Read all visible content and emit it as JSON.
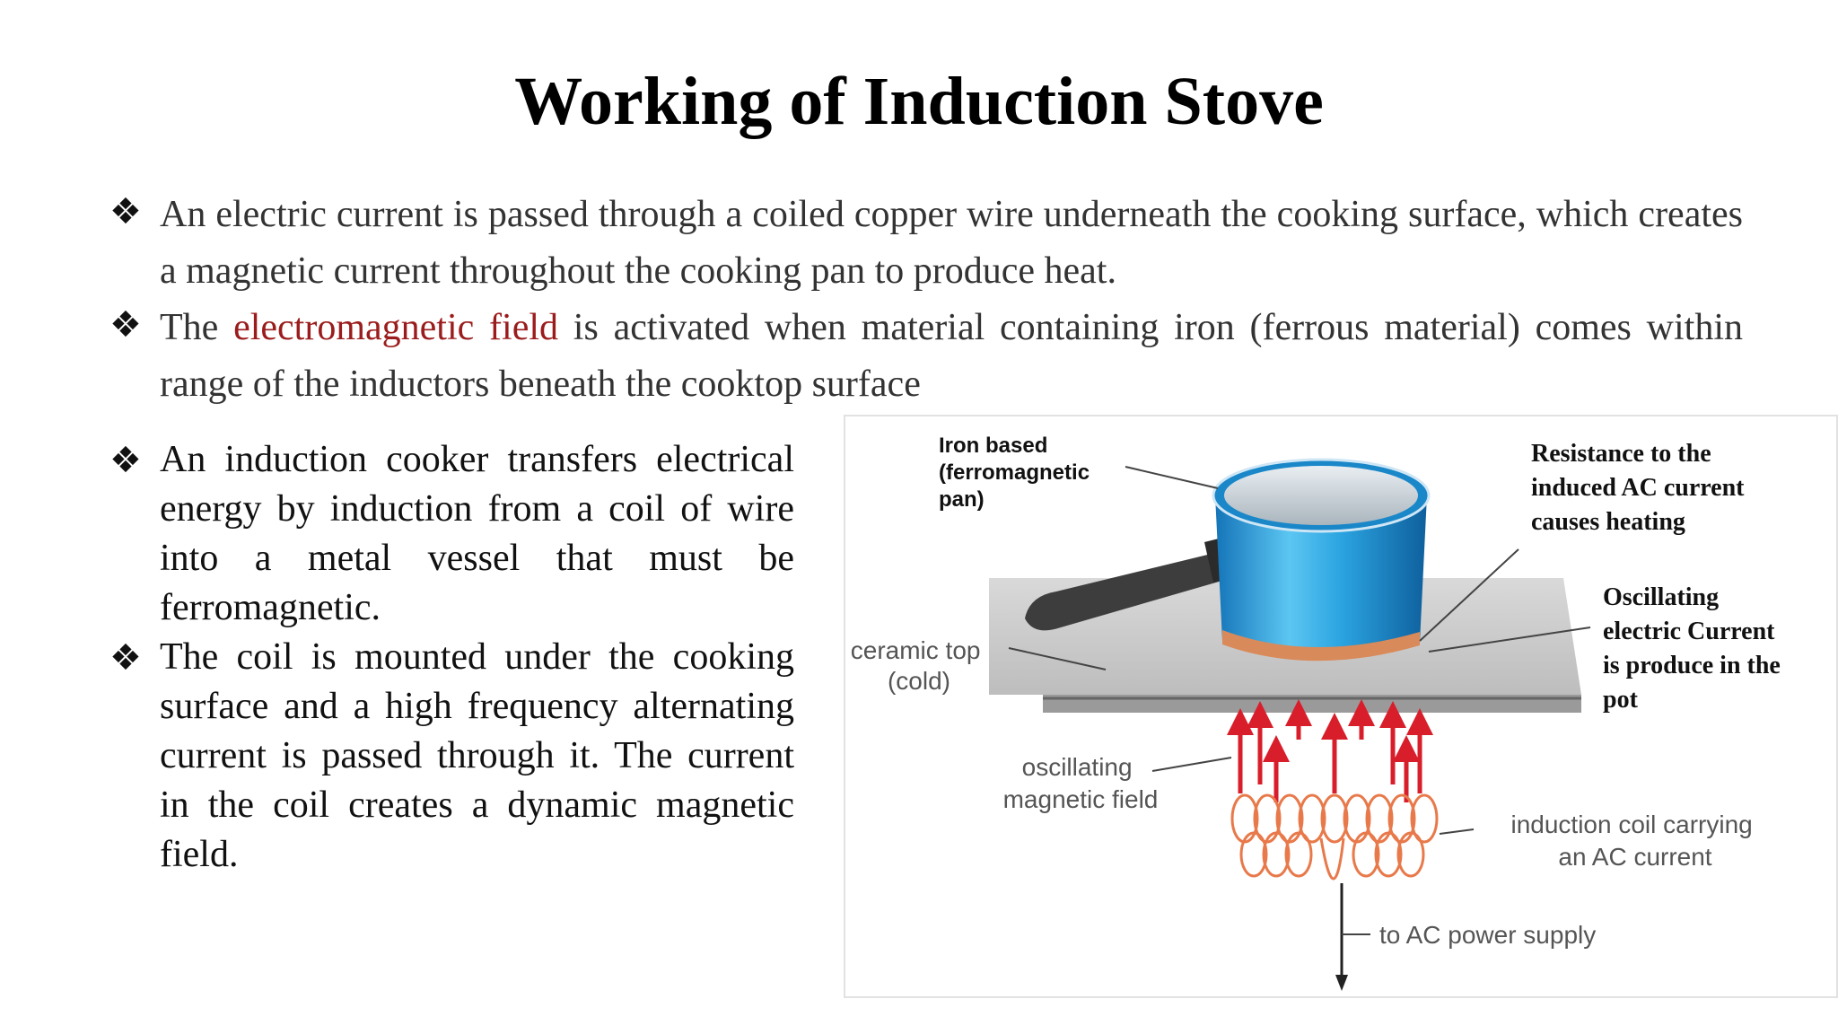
{
  "title": "Working of Induction Stove",
  "bullet_icon": "diamond-bullet-icon",
  "top_bullets": [
    {
      "text": "An electric current is passed through a coiled copper wire underneath the cooking surface, which creates a magnetic current throughout the cooking pan to produce heat."
    },
    {
      "pre": "The ",
      "highlight": "electromagnetic field",
      "post": " is activated when material containing iron (ferrous material) comes within range of the inductors beneath the cooktop surface"
    }
  ],
  "left_bullets": [
    {
      "text": "An induction cooker transfers electrical energy by induction from a coil of wire into a metal vessel that must be ferromagnetic."
    },
    {
      "text": "The coil is mounted under the cooking surface and a high frequency alternating current is passed through it. The current in the coil creates a dynamic magnetic field."
    }
  ],
  "figure": {
    "labels": {
      "pan_line1": "Iron based",
      "pan_line2": "(ferromagnetic",
      "pan_line3": "pan)",
      "resist_line1": "Resistance to the",
      "resist_line2": "induced AC current",
      "resist_line3": "causes heating",
      "osc_line1": "Oscillating",
      "osc_line2": "electric Current",
      "osc_line3": "is produce in the",
      "osc_line4": "pot",
      "ceramic_line1": "ceramic top",
      "ceramic_line2": "(cold)",
      "field_line1": "oscillating",
      "field_line2": "magnetic field",
      "coil_line1": "induction coil carrying",
      "coil_line2": "an AC current",
      "power": "to AC power supply"
    }
  },
  "colors": {
    "highlight": "#9b1c1c",
    "pan_blue": "#2aa3e0",
    "coil": "#e8794a",
    "field_arrow": "#d81e2a"
  }
}
